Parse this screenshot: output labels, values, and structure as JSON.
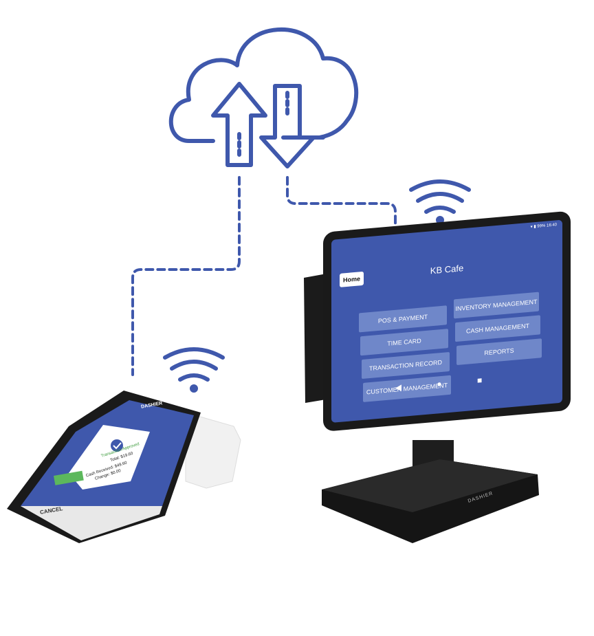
{
  "cloud": {
    "icon": "cloud-sync-icon"
  },
  "wifi": {
    "icon": "wifi-icon"
  },
  "pos_terminal": {
    "status": "▾ ▮ 99% 16:40",
    "home_label": "Home",
    "title": "KB Cafe",
    "menu": {
      "pos_payment": "POS & PAYMENT",
      "time_card": "TIME CARD",
      "transaction_record": "TRANSACTION RECORD",
      "customer_management": "CUSTOMER MANAGEMENT",
      "inventory_management": "INVENTORY MANAGEMENT",
      "cash_management": "CASH MANAGEMENT",
      "reports": "REPORTS"
    },
    "nav": "◀ ● ■",
    "stand_brand": "DASHIER"
  },
  "handheld": {
    "brand": "DASHIER",
    "approved": "Transaction Approved",
    "total": "Total: $19.60",
    "cash_received": "Cash Received: $49.60",
    "change": "Change: $0.00",
    "cancel": "CANCEL"
  },
  "colors": {
    "line_blue": "#3f58ac",
    "screen_blue": "#3f58ac",
    "button_blue": "#6f87c9"
  }
}
